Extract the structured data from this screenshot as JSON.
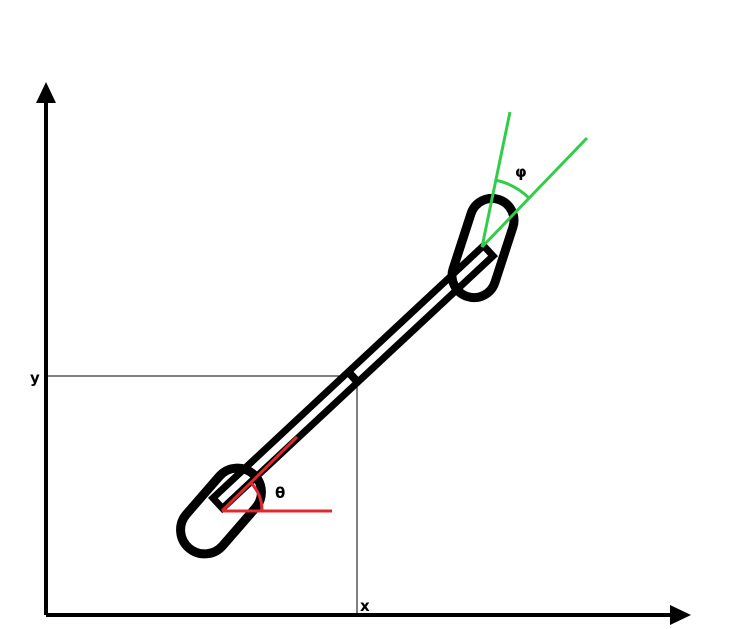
{
  "labels": {
    "x": "x",
    "y": "y",
    "theta": "θ",
    "phi": "φ"
  },
  "colors": {
    "body": "#000000",
    "theta_lines": "#e0282e",
    "phi_lines": "#33cc4a",
    "axes": "#000000"
  }
}
